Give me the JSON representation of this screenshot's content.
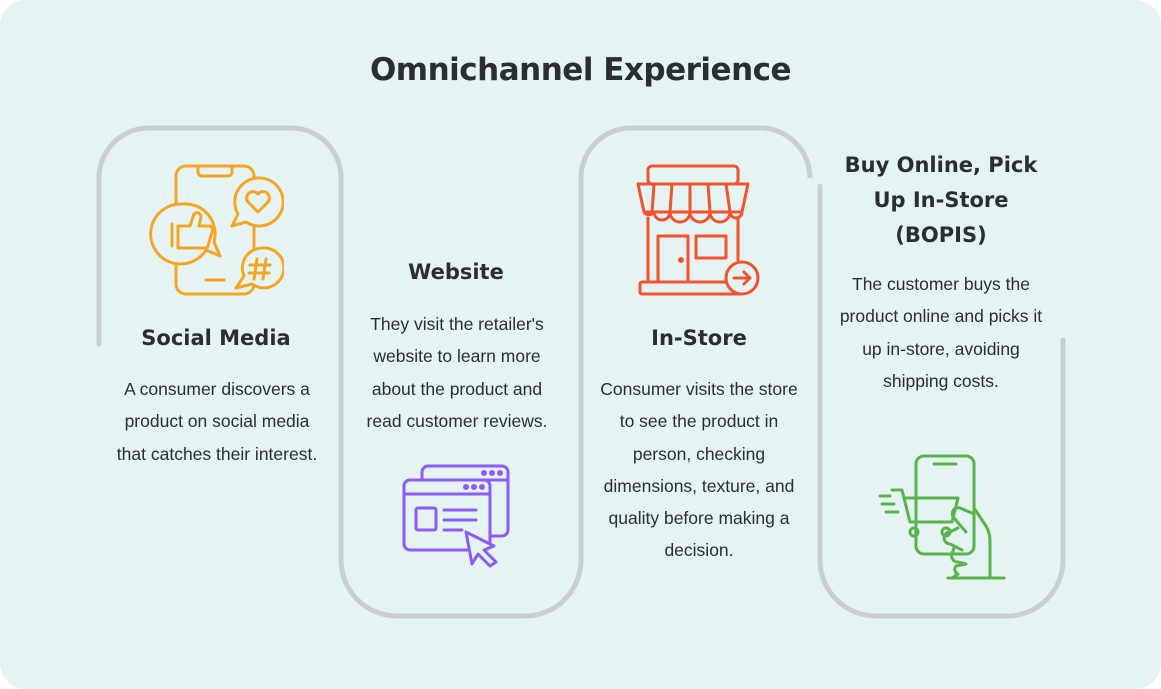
{
  "title": "Omnichannel Experience",
  "steps": [
    {
      "heading": "Social Media",
      "body": "A consumer discovers a product on social media that catches their interest.",
      "icon": "smartphone-social-icon",
      "color": "#f5a524"
    },
    {
      "heading": "Website",
      "body": "They visit the retailer's website to learn more about the product and read customer reviews.",
      "icon": "browser-cursor-icon",
      "color": "#8b5cf6"
    },
    {
      "heading": "In-Store",
      "body": "Consumer visits the store to see the product in person, checking dimensions, texture, and quality before making a decision.",
      "icon": "storefront-icon",
      "color": "#f0532f"
    },
    {
      "heading": "Buy Online, Pick Up In-Store (BOPIS)",
      "body": "The customer buys the product online and picks it up in-store, avoiding shipping costs.",
      "icon": "phone-cart-hand-icon",
      "color": "#5ab44a"
    }
  ],
  "colors": {
    "background": "#e5f3f3",
    "track": "#c9ced3",
    "text": "#2a2e33"
  }
}
